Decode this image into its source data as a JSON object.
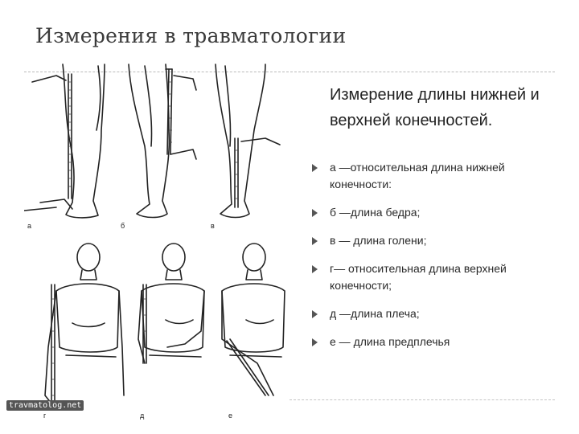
{
  "title": "Измерения в травматологии",
  "heading": "Измерение длины нижней и верхней конечностей.",
  "bullets": [
    "а —относительная длина нижней конечности:",
    "б —длина бедра;",
    "в — длина голени;",
    "г— относительная длина верхней конечности;",
    "д —длина плеча;",
    "е — длина предплечья"
  ],
  "figure_labels": {
    "a": "а",
    "b": "б",
    "v": "в",
    "g": "г",
    "d": "д",
    "e": "е"
  },
  "watermark": "travmatolog.net",
  "colors": {
    "title": "#3a3a3a",
    "text": "#222222",
    "marker": "#555555"
  }
}
